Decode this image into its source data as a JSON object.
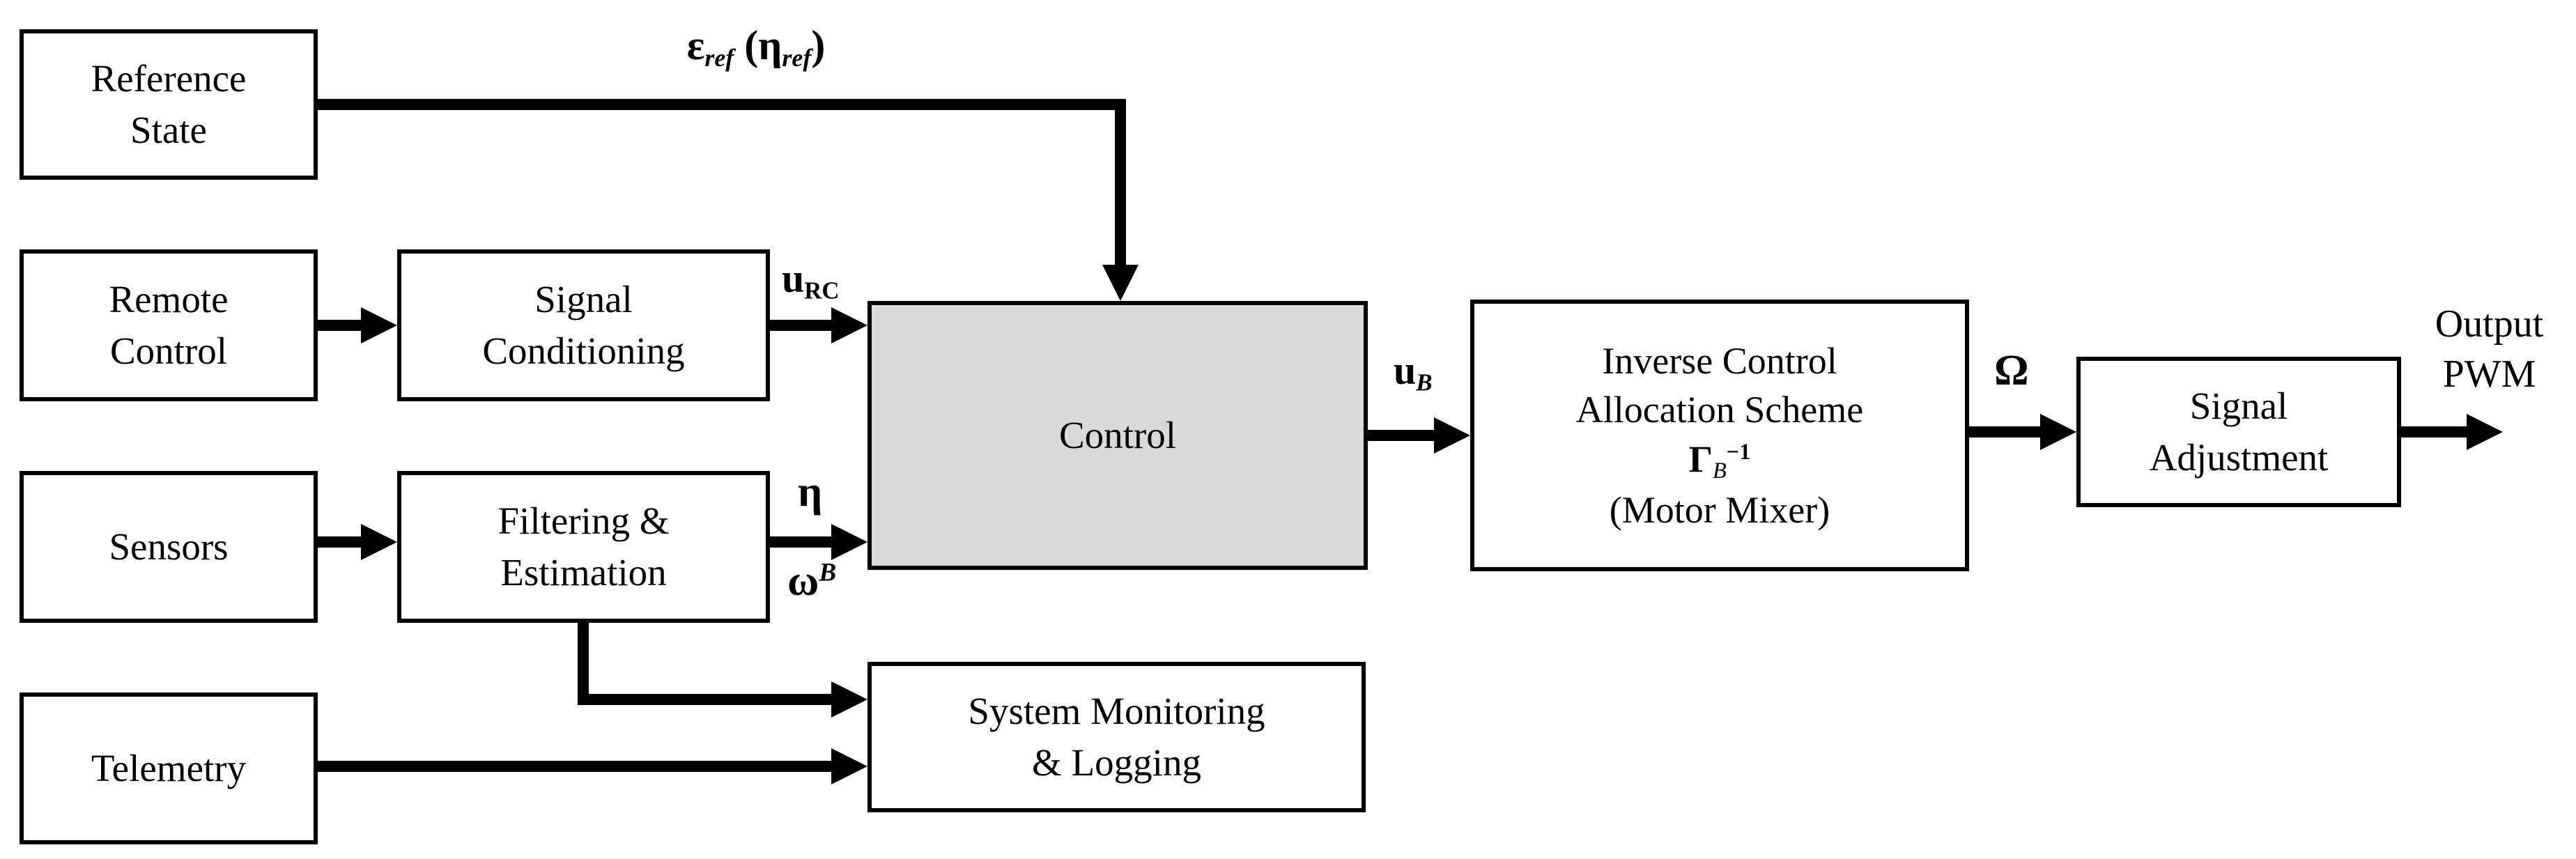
{
  "blocks": {
    "reference_state": {
      "lines": [
        "Reference",
        "State"
      ]
    },
    "remote_control": {
      "lines": [
        "Remote",
        "Control"
      ]
    },
    "signal_conditioning": {
      "lines": [
        "Signal",
        "Conditioning"
      ]
    },
    "sensors": {
      "lines": [
        "Sensors"
      ]
    },
    "filtering_estimation": {
      "lines": [
        "Filtering &",
        "Estimation"
      ]
    },
    "telemetry": {
      "lines": [
        "Telemetry"
      ]
    },
    "control": {
      "lines": [
        "Control"
      ]
    },
    "system_monitoring": {
      "lines": [
        "System Monitoring",
        "& Logging"
      ]
    },
    "inverse_allocation": {
      "lines": [
        "Inverse Control",
        "Allocation Scheme"
      ],
      "gamma": "Γ",
      "gamma_sub": "B",
      "gamma_sup": "−1",
      "caption": "(Motor Mixer)"
    },
    "signal_adjustment": {
      "lines": [
        "Signal",
        "Adjustment"
      ]
    }
  },
  "signals": {
    "epsilon_ref": {
      "epsilon": "ε",
      "epsilon_sub": "ref",
      "open_paren": "(",
      "eta": "η",
      "eta_sub": "ref",
      "close_paren": ")"
    },
    "u_rc": {
      "base": "u",
      "sub": "RC"
    },
    "eta": {
      "symbol": "η"
    },
    "omega_body": {
      "base": "ω",
      "sup": "B"
    },
    "u_body": {
      "base": "u",
      "sub": "B"
    },
    "omega_rotor": {
      "symbol": "Ω"
    },
    "output_pwm": {
      "lines": [
        "Output",
        "PWM"
      ]
    }
  },
  "colors": {
    "control_fill": "#d9d9d9",
    "box_fill": "#ffffff",
    "stroke": "#000000"
  }
}
